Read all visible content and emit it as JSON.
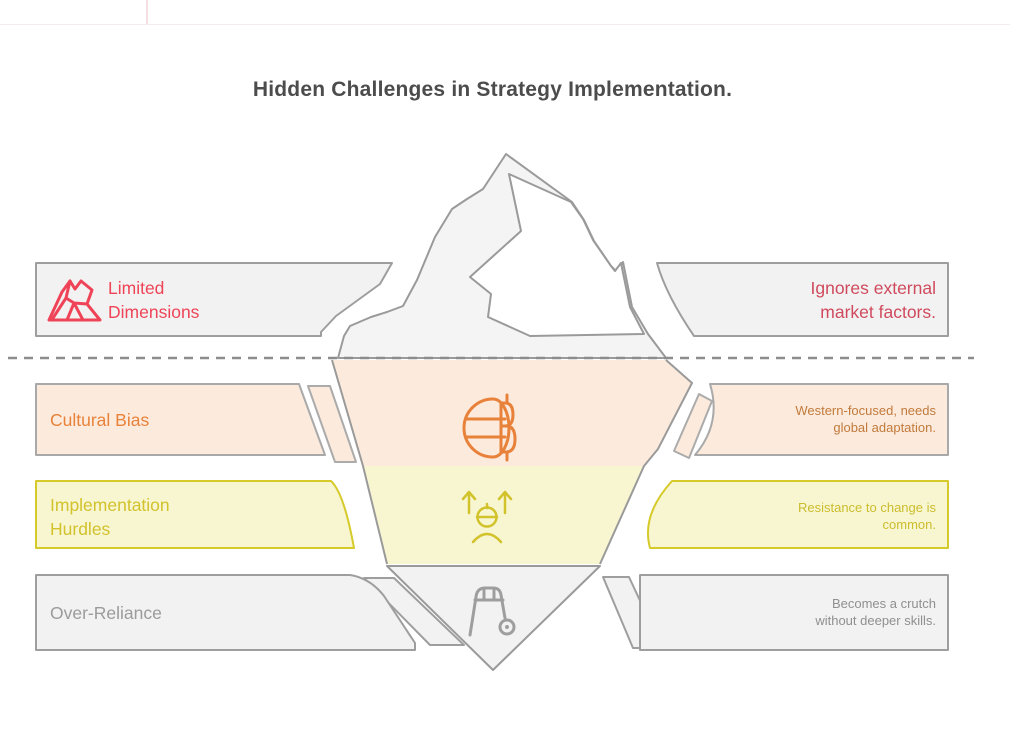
{
  "title": "Hidden Challenges in Strategy Implementation.",
  "waterline": {
    "style": "dashed",
    "color": "#8c8c8c"
  },
  "rows": [
    {
      "name": "limited-dimensions",
      "zone": "above-water",
      "left_label": "Limited\nDimensions",
      "right_label": "Ignores external\nmarket factors.",
      "left_color": "#ef4457",
      "right_color": "#d04a5e",
      "fill": "#f2f2f2",
      "stroke": "#9e9e9e",
      "icon": "iceberg-icon"
    },
    {
      "name": "cultural-bias",
      "zone": "below-water",
      "left_label": "Cultural Bias",
      "right_label": "Western-focused, needs\nglobal adaptation.",
      "left_color": "#e8823b",
      "right_color": "#c27a3c",
      "fill": "#fcebdc",
      "stroke": "#a9a9a9",
      "icon": "globe-currency-icon"
    },
    {
      "name": "implementation-hurdles",
      "zone": "below-water",
      "left_label": "Implementation\nHurdles",
      "right_label": "Resistance to change is\ncommon.",
      "left_color": "#d2c22c",
      "right_color": "#cbbd2e",
      "fill": "#f8f6d0",
      "stroke": "#d6ca2a",
      "icon": "worker-lift-icon"
    },
    {
      "name": "over-reliance",
      "zone": "below-water",
      "left_label": "Over-Reliance",
      "right_label": "Becomes a crutch\nwithout deeper skills.",
      "left_color": "#9b9b9b",
      "right_color": "#8f8f8f",
      "fill": "#f2f2f2",
      "stroke": "#9e9e9e",
      "icon": "walker-icon"
    }
  ]
}
